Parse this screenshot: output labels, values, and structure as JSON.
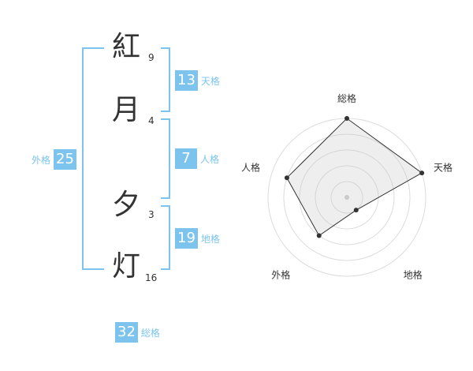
{
  "characters": [
    {
      "char": "紅",
      "strokes": "9"
    },
    {
      "char": "月",
      "strokes": "4"
    },
    {
      "char": "夕",
      "strokes": "3"
    },
    {
      "char": "灯",
      "strokes": "16"
    }
  ],
  "fortunes": {
    "tenkaku": {
      "value": "13",
      "label": "天格"
    },
    "jinkaku": {
      "value": "7",
      "label": "人格"
    },
    "chikaku": {
      "value": "19",
      "label": "地格"
    },
    "gaikaku": {
      "value": "25",
      "label": "外格"
    },
    "soukaku": {
      "value": "32",
      "label": "総格"
    }
  },
  "accent_color": "#7cc4ee",
  "chart_data": {
    "type": "radar",
    "axes": [
      "総格",
      "天格",
      "地格",
      "外格",
      "人格"
    ],
    "values": [
      5,
      5,
      1,
      3,
      4
    ],
    "range": [
      0,
      5
    ],
    "rings": 5
  }
}
